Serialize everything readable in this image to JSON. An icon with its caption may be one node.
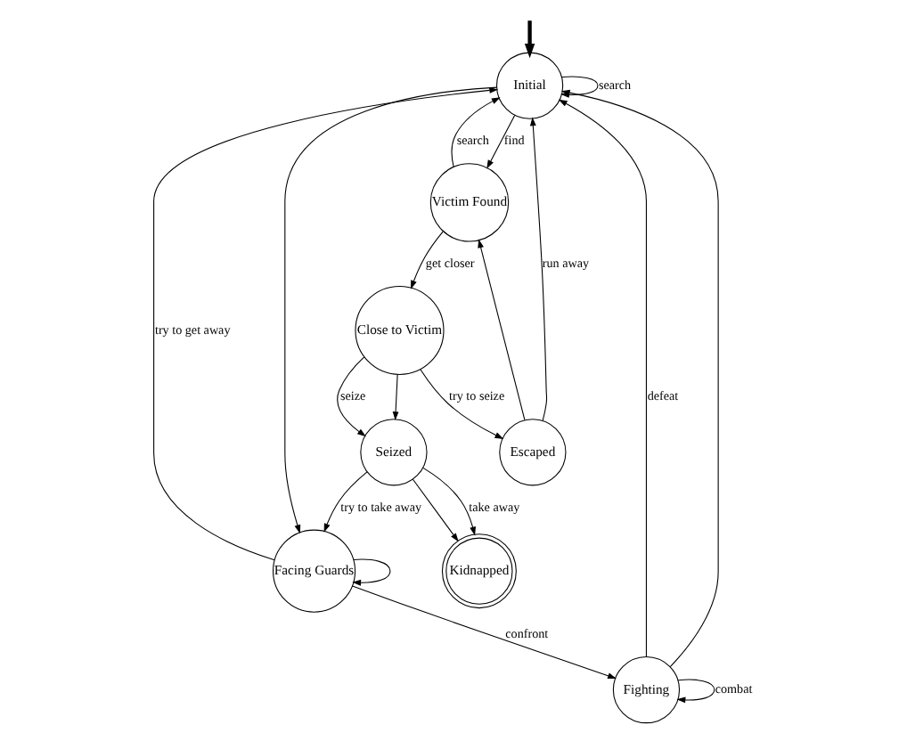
{
  "diagram": {
    "nodes": [
      {
        "text": [
          "Initial"
        ]
      },
      {
        "text": [
          "Facing Guards"
        ]
      },
      {
        "text": [
          "Fighting"
        ]
      },
      {
        "text": [
          "Victim Found"
        ]
      },
      {
        "text": [
          "Close to Victim"
        ]
      },
      {
        "text": [
          "Seized"
        ]
      },
      {
        "text": [
          "Kidnapped"
        ]
      },
      {
        "text": [
          "Escaped"
        ]
      }
    ],
    "edges": [
      {
        "from": null,
        "to": 0,
        "arrow": "to",
        "style": "thick"
      },
      {
        "from": 0,
        "to": 0,
        "arrow": "to",
        "label": "search"
      },
      {
        "from": 0,
        "to": 1,
        "arrow": "to"
      },
      {
        "from": 1,
        "to": 0,
        "arrow": "to",
        "label": "try to get away"
      },
      {
        "from": 1,
        "to": 1,
        "arrow": "to"
      },
      {
        "from": 1,
        "to": 2,
        "arrow": "to",
        "label": "confront"
      },
      {
        "from": 2,
        "to": 2,
        "arrow": "to",
        "label": "combat"
      },
      {
        "from": 2,
        "to": 0,
        "arrow": "to",
        "label": "defeat"
      },
      {
        "from": 2,
        "to": 0,
        "arrow": "to"
      },
      {
        "from": 0,
        "to": 3,
        "arrow": "to",
        "label": "find"
      },
      {
        "from": 3,
        "to": 0,
        "arrow": "to",
        "label": "search"
      },
      {
        "from": 3,
        "to": 4,
        "arrow": "to",
        "label": "get closer"
      },
      {
        "from": 4,
        "to": 5,
        "arrow": "to",
        "label": "seize"
      },
      {
        "from": 4,
        "to": 7,
        "arrow": "to",
        "label": "try to seize"
      },
      {
        "from": 4,
        "to": 5,
        "arrow": "to"
      },
      {
        "from": 7,
        "to": 0,
        "arrow": "to",
        "label": "run away"
      },
      {
        "from": 7,
        "to": 3,
        "arrow": "to"
      },
      {
        "from": 5,
        "to": 1,
        "arrow": "to",
        "label": "try to take away"
      },
      {
        "from": 5,
        "to": 6,
        "arrow": "to"
      },
      {
        "from": 5,
        "to": 6,
        "arrow": "to",
        "label": "take away"
      }
    ]
  }
}
